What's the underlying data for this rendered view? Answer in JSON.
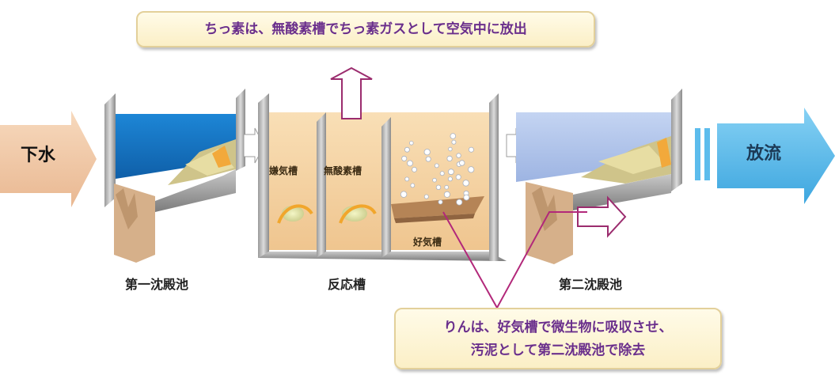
{
  "callouts": {
    "nitrogen": "ちっ素は、無酸素槽でちっ素ガスとして空気中に放出",
    "phosphorus_line1": "りんは、好気槽で微生物に吸収させ、",
    "phosphorus_line2": "汚泥として第二沈殿池で除去"
  },
  "flow": {
    "inflow": "下水",
    "outflow": "放流"
  },
  "basins": {
    "primary": "第一沈殿池",
    "reactor": "反応槽",
    "secondary": "第二沈殿池"
  },
  "reactor_zones": {
    "anaerobic": "嫌気槽",
    "anoxic": "無酸素槽",
    "aerobic": "好気槽"
  },
  "colors": {
    "accent_text": "#6a2f8c",
    "leader_line": "#b2287a",
    "water_primary": "#1c79c8",
    "water_secondary": "#b0c6ee",
    "reactor_liquid": "#f6d6ab",
    "sludge": "#c89a66",
    "outflow_arrow": "#5cbcec",
    "inflow_arrow": "#f2c8a4"
  }
}
